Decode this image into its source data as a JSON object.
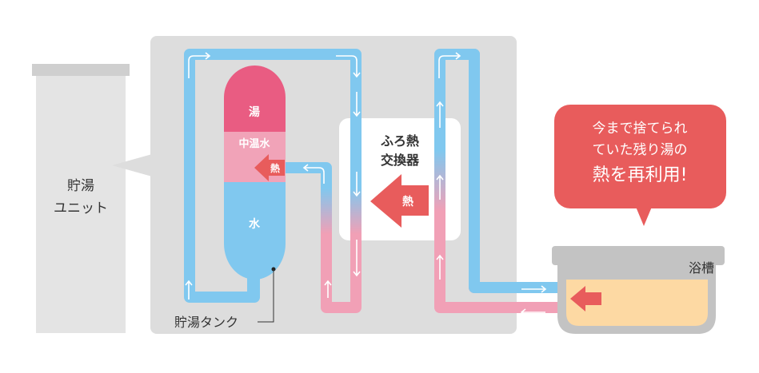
{
  "storage_unit": {
    "line1": "貯湯",
    "line2": "ユニット"
  },
  "tank": {
    "label": "貯湯タンク",
    "hot": "湯",
    "medium": "中温水",
    "water": "水",
    "heat": "熱"
  },
  "exchanger": {
    "line1": "ふろ熱",
    "line2": "交換器",
    "heat": "熱"
  },
  "bubble": {
    "line1": "今まで捨てられ",
    "line2": "ていた残り湯の",
    "line3": "熱を再利用!"
  },
  "bath": {
    "label": "浴槽"
  },
  "colors": {
    "hot": "#e95c82",
    "medium": "#f1a3b8",
    "water": "#80c8ef",
    "pipe_cold": "#80c8ef",
    "pipe_warm": "#f1a0b6",
    "heat": "#e85c5c",
    "bath_water": "#fdd9a3",
    "panel": "#dddddd"
  }
}
